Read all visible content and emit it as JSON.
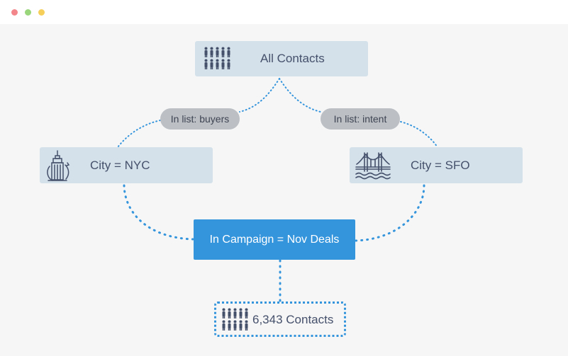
{
  "nodes": {
    "all_contacts": {
      "label": "All Contacts",
      "icon": "people-group-icon"
    },
    "city_nyc": {
      "label": "City = NYC",
      "icon": "empire-state-building-icon"
    },
    "city_sfo": {
      "label": "City = SFO",
      "icon": "golden-gate-bridge-icon"
    },
    "campaign": {
      "label": "In Campaign = Nov Deals"
    },
    "result": {
      "label": "6,343 Contacts",
      "icon": "people-group-icon"
    }
  },
  "edges": {
    "buyers": "In list: buyers",
    "intent": "In list: intent"
  },
  "colors": {
    "node_fill": "#d4e1ea",
    "accent_blue": "#3595dc",
    "pill_fill": "#bcbfc4",
    "icon_color": "#45506b"
  }
}
